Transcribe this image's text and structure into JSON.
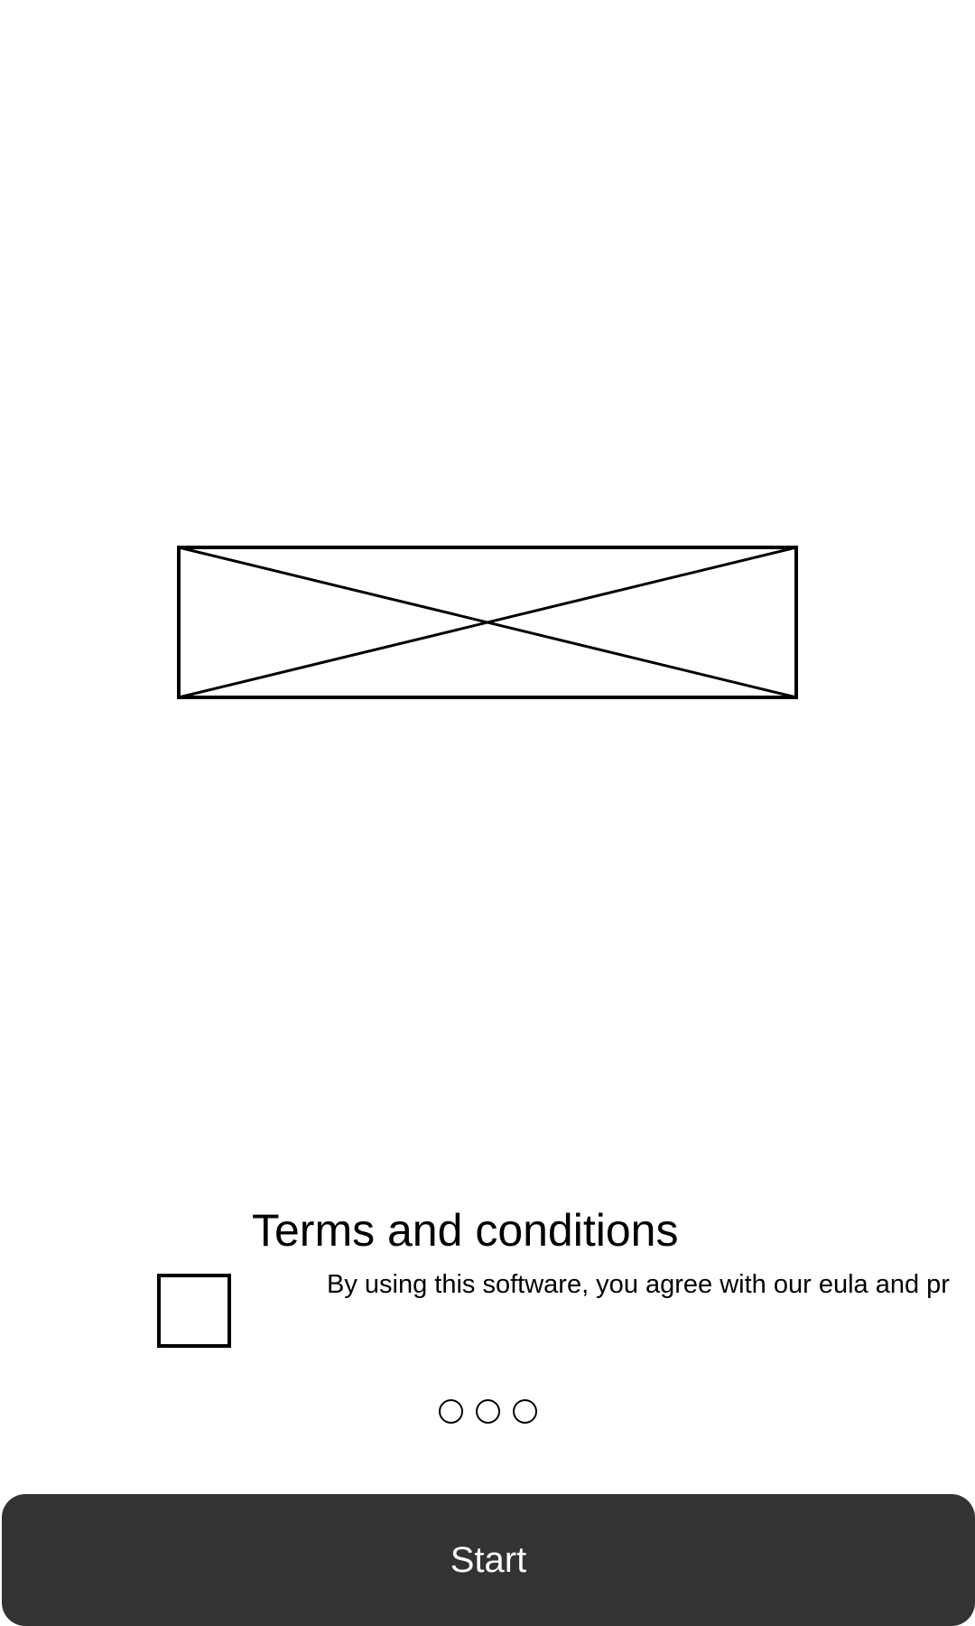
{
  "header": {
    "image_placeholder_icon": "image-placeholder-icon"
  },
  "terms": {
    "title": "Terms and conditions",
    "agreement_text": "By using this software, you agree with our eula and pr",
    "checkbox_checked": false
  },
  "pager": {
    "count": 3,
    "active_index": -1
  },
  "footer": {
    "start_label": "Start"
  },
  "colors": {
    "background": "#ffffff",
    "button_background": "#333333",
    "button_text": "#ffffff",
    "outline": "#000000"
  }
}
